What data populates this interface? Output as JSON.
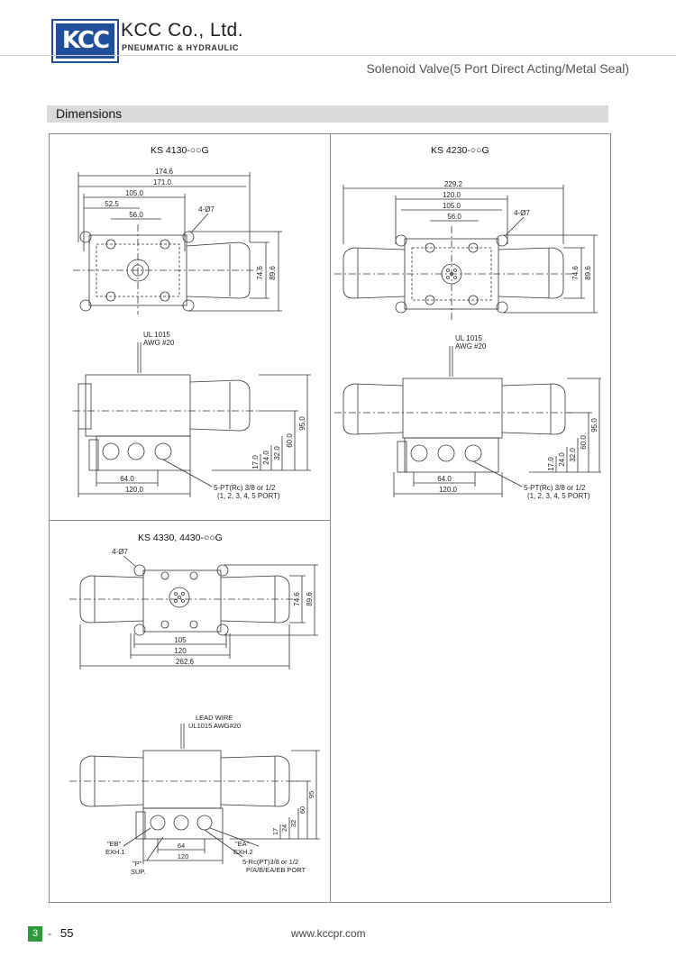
{
  "header": {
    "logo_text": "KCC",
    "company_name": "KCC Co., Ltd.",
    "company_tagline": "PNEUMATIC & HYDRAULIC",
    "document_title": "Solenoid Valve(5 Port Direct Acting/Metal Seal)"
  },
  "section": {
    "title": "Dimensions"
  },
  "panels": [
    {
      "model": "KS 4130-○○G",
      "top_view": {
        "dims": [
          "174.6",
          "171.0",
          "105.0",
          "52.5",
          "56.0",
          "4-Ø7",
          "74.6",
          "89.6"
        ]
      },
      "side_view": {
        "wire_line1": "UL 1015",
        "wire_line2": "AWG #20",
        "dims": [
          "95.0",
          "60.0",
          "32.0",
          "24.0",
          "17.0",
          "64.0",
          "120.0"
        ],
        "port_line1": "5-PT(Rc) 3/8 or 1/2",
        "port_line2": "(1, 2, 3, 4, 5 PORT)"
      }
    },
    {
      "model": "KS 4230-○○G",
      "top_view": {
        "dims": [
          "229.2",
          "120.0",
          "105.0",
          "56.0",
          "4-Ø7",
          "74.6",
          "89.6"
        ]
      },
      "side_view": {
        "wire_line1": "UL 1015",
        "wire_line2": "AWG #20",
        "dims": [
          "95.0",
          "60.0",
          "32.0",
          "24.0",
          "17.0",
          "64.0",
          "120.0"
        ],
        "port_line1": "5-PT(Rc) 3/8 or 1/2",
        "port_line2": "(1, 2, 3, 4, 5 PORT)"
      }
    },
    {
      "model": "KS 4330, 4430-○○G",
      "top_view": {
        "dims": [
          "4-Ø7",
          "105",
          "120",
          "262.6",
          "74.6",
          "89.6"
        ]
      },
      "side_view": {
        "wire_line1": "LEAD WIRE",
        "wire_line2": "UL1015 AWG#20",
        "dims": [
          "95",
          "60",
          "32",
          "24",
          "17",
          "64",
          "120"
        ],
        "port_labels": [
          "\"EB\"",
          "EXH.1",
          "\"P\"",
          "SUP.",
          "\"EA\"",
          "EXH.2"
        ],
        "port_line1": "5-Rc(PT)3/8 or 1/2",
        "port_line2": "P/A/B/EA/EB PORT"
      }
    }
  ],
  "footer": {
    "chapter": "3",
    "dash": "-",
    "page": "55",
    "url": "www.kccpr.com"
  }
}
